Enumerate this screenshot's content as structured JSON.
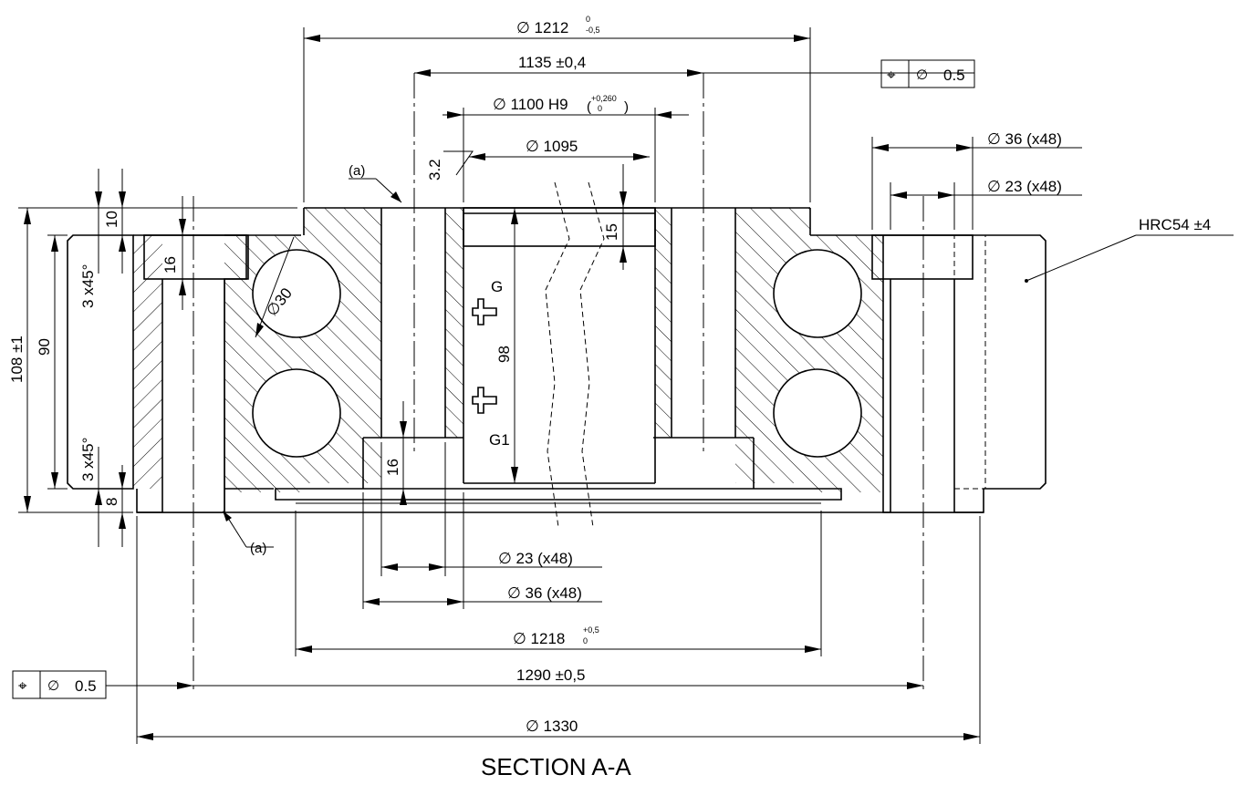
{
  "title": "SECTION A-A",
  "dimensions": {
    "d1212": {
      "sym": "∅",
      "value": "1212",
      "tol_upper": "0",
      "tol_lower": "-0,5"
    },
    "d1135": "1135 ±0,4",
    "d1100": {
      "sym": "∅",
      "value": "1100 H9",
      "tol_upper": "+0,260",
      "tol_lower": "0"
    },
    "d1095": {
      "sym": "∅",
      "value": "1095"
    },
    "d36_top": {
      "sym": "∅",
      "value": "36 (x48)"
    },
    "d23_top": {
      "sym": "∅",
      "value": "23 (x48)"
    },
    "d23_bottom": {
      "sym": "∅",
      "value": "23 (x48)"
    },
    "d36_bottom": {
      "sym": "∅",
      "value": "36 (x48)"
    },
    "d1218": {
      "sym": "∅",
      "value": "1218",
      "tol_upper": "+0,5",
      "tol_lower": "0"
    },
    "d1290": "1290 ±0,5",
    "d1330": {
      "sym": "∅",
      "value": "1330"
    },
    "h108": "108 ±1",
    "h90": "90",
    "h10": "10",
    "h16_left": "16",
    "h8": "8",
    "h15": "15",
    "h98": "98",
    "h16_bottom": "16",
    "chamfer_top": "3 x45°",
    "chamfer_bottom": "3 x45°",
    "ball_diameter": {
      "sym": "∅",
      "value": "30"
    },
    "hardness": "HRC54 ±4",
    "roughness": "3.2",
    "ref_a_top": "(a)",
    "ref_a_bottom": "(a)",
    "grease_g": "G",
    "grease_g1": "G1"
  },
  "tolerance_frames": [
    {
      "symbol": "⌖",
      "dia": "∅",
      "value": "0.5"
    },
    {
      "symbol": "⌖",
      "dia": "∅",
      "value": "0.5"
    }
  ]
}
